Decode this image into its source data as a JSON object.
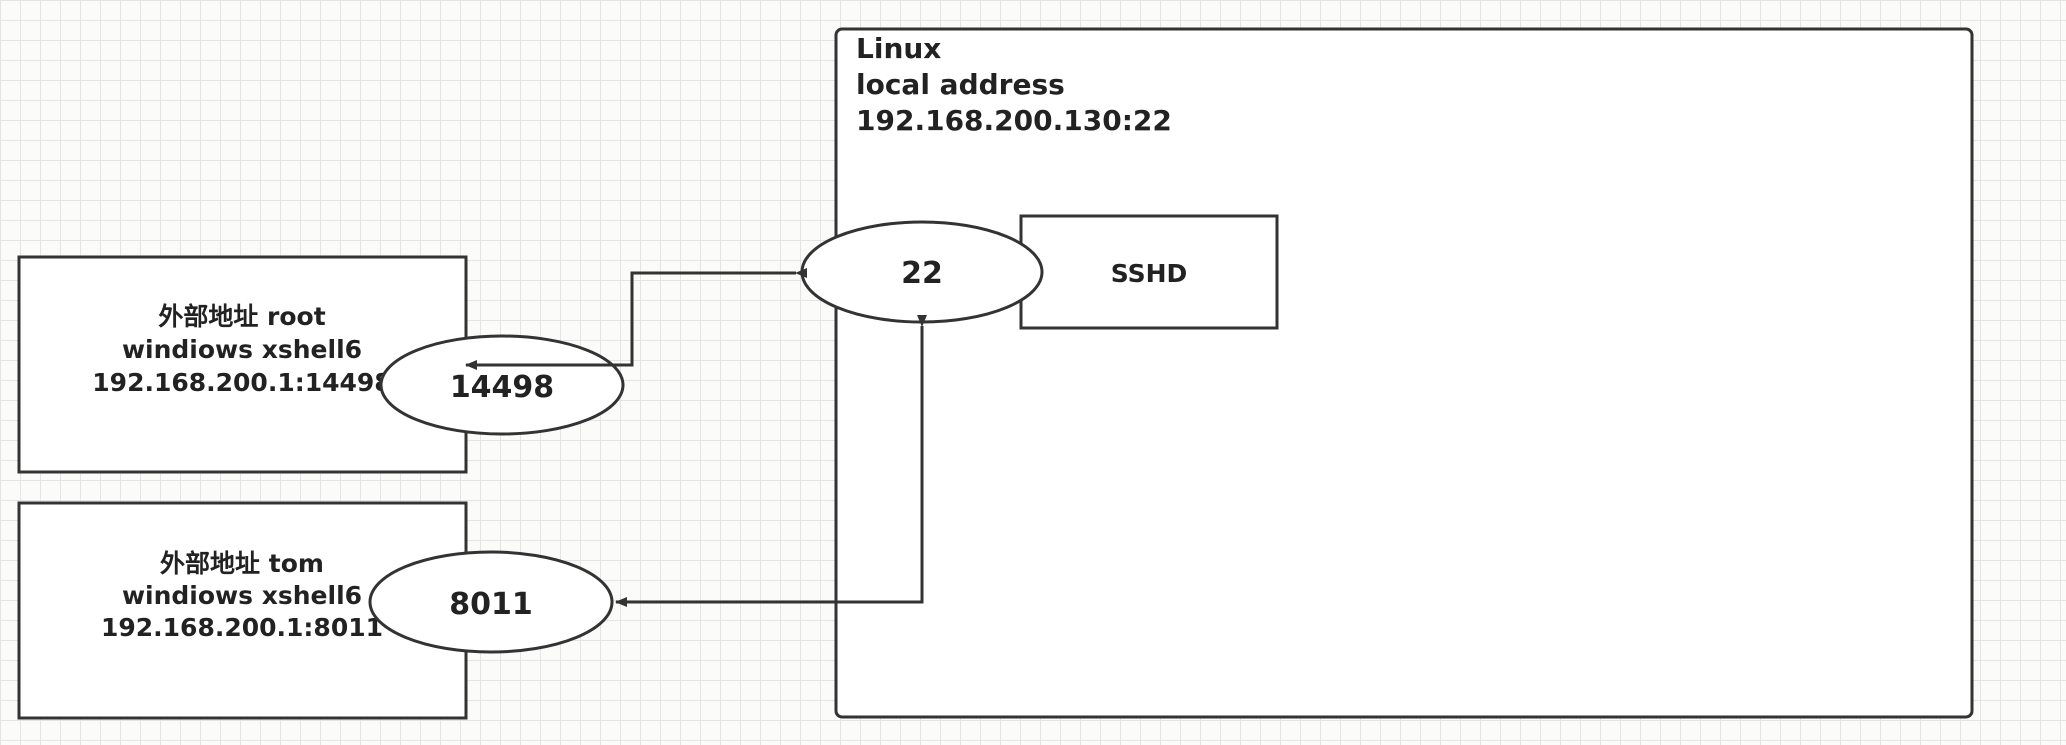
{
  "linux_box": {
    "title": "Linux",
    "subtitle": "local address",
    "address": "192.168.200.130:22"
  },
  "port_22": {
    "label": "22"
  },
  "sshd": {
    "label": "SSHD"
  },
  "client_root": {
    "line1": "外部地址 root",
    "line2": "windiows xshell6",
    "line3": "192.168.200.1:14498",
    "port_label": "14498"
  },
  "client_tom": {
    "line1": "外部地址 tom",
    "line2": "windiows xshell6",
    "line3": "192.168.200.1:8011",
    "port_label": "8011"
  },
  "colors": {
    "stroke": "#333333",
    "fill": "#ffffff",
    "text": "#222222"
  }
}
